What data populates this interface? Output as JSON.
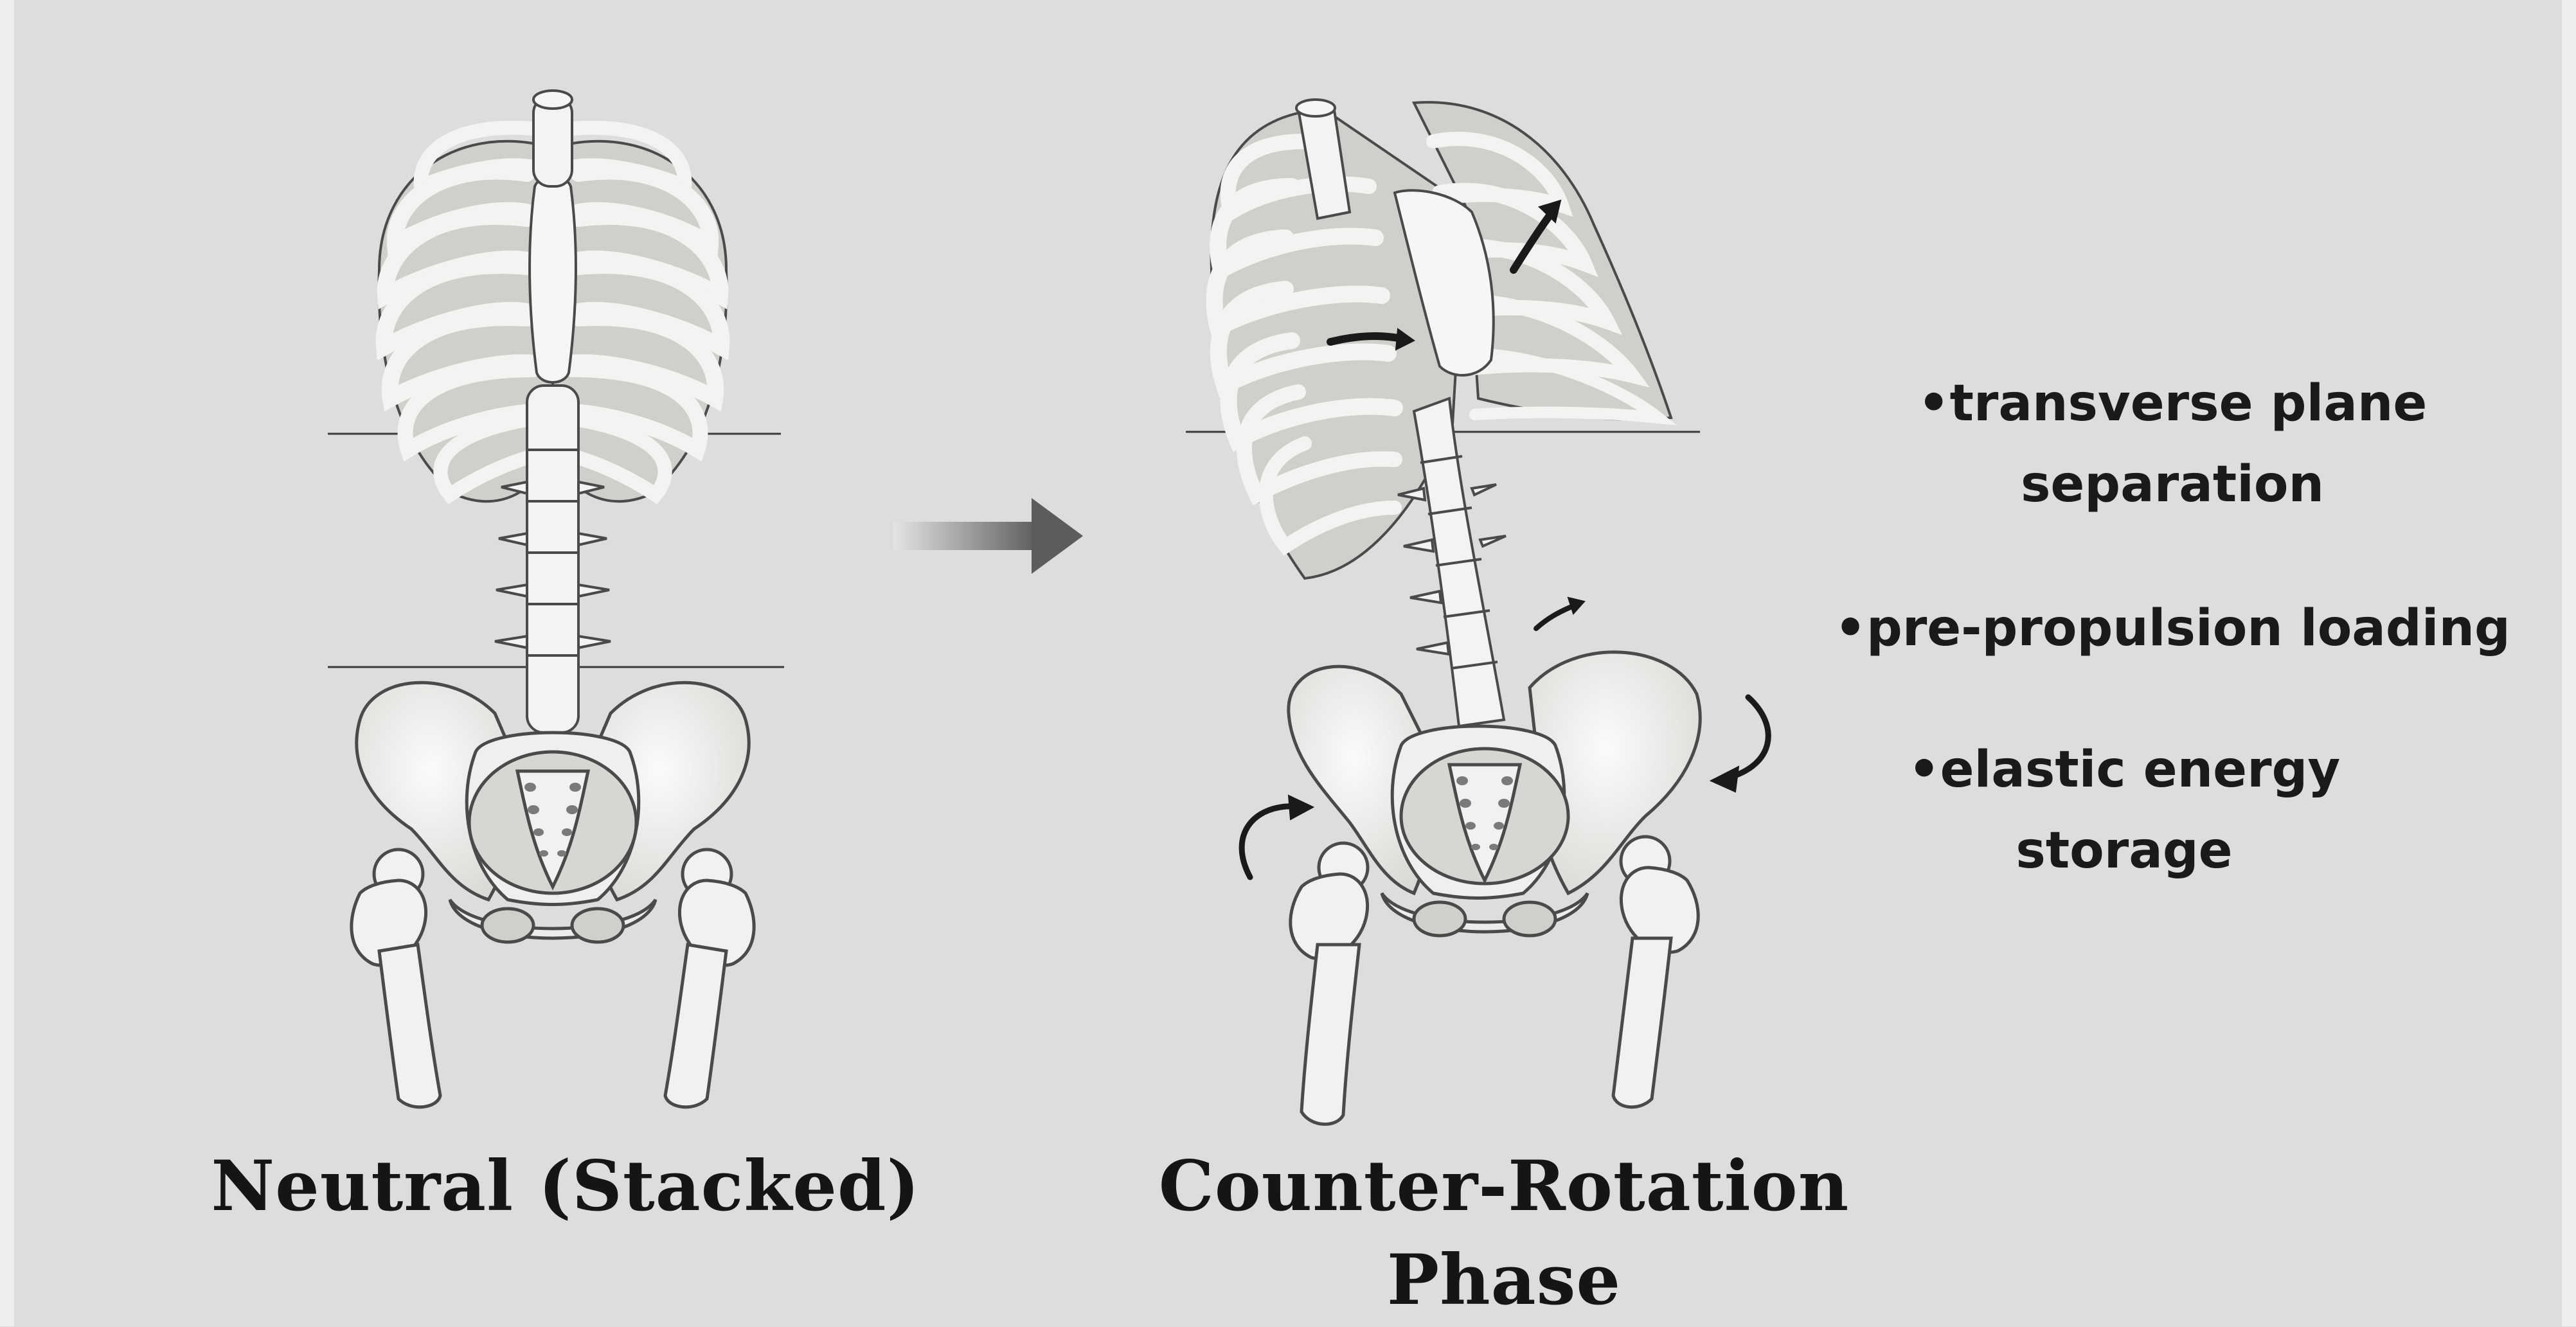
{
  "captions": {
    "left": "Neutral (Stacked)",
    "right_line1": "Counter-Rotation",
    "right_line2": "Phase"
  },
  "bullets": [
    {
      "line1": "•transverse plane",
      "line2": "separation"
    },
    {
      "line1": "•pre-propulsion loading"
    },
    {
      "line1": "•elastic energy",
      "line2": "storage"
    }
  ],
  "icons": {
    "transition": "right-arrow-icon",
    "rotation": "curved-arrow-icon"
  },
  "colors": {
    "background": "#dddddd",
    "bone": "#f4f4f2",
    "bone_shade": "#c9c9c6",
    "outline": "#4a4a4a",
    "text": "#151515",
    "arrow": "#6b6b6b"
  }
}
